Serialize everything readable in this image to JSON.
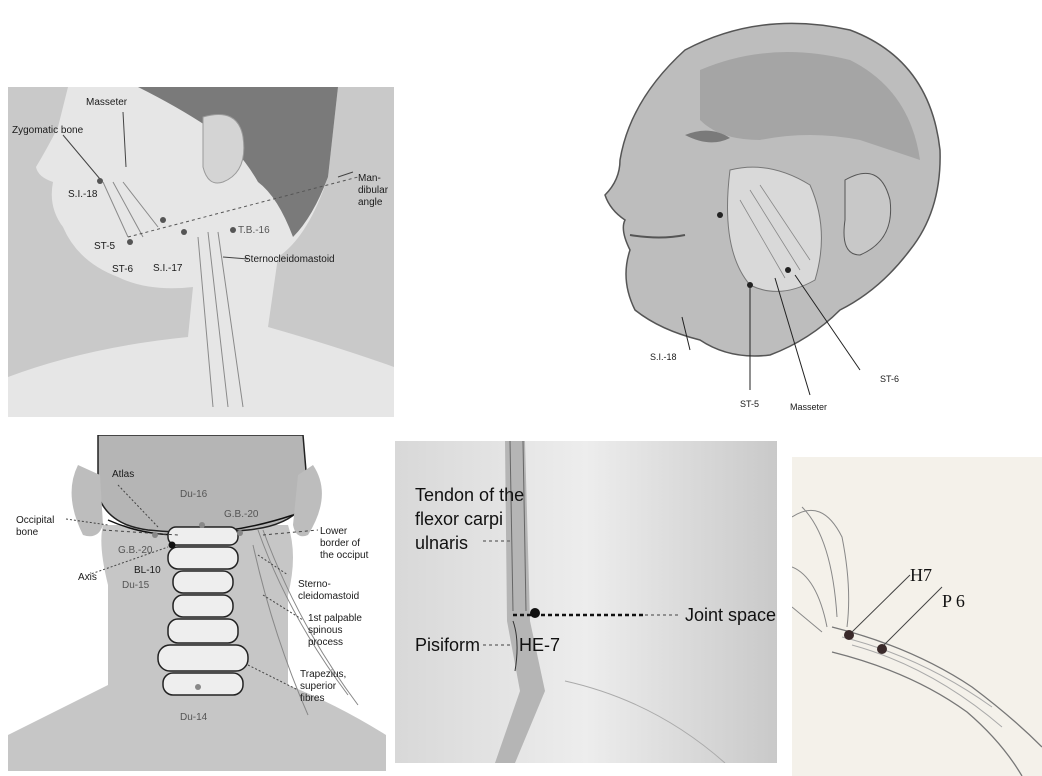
{
  "panel_face_side": {
    "labels": {
      "masseter": "Masseter",
      "zygomatic_bone": "Zygomatic bone",
      "si18": "S.I.-18",
      "st5": "ST-5",
      "st6": "ST-6",
      "si17": "S.I.-17",
      "tb16": "T.B.-16",
      "mandibular_angle_1": "Man-",
      "mandibular_angle_2": "dibular",
      "mandibular_angle_3": "angle",
      "sternocleidomastoid": "Sternocleidomastoid"
    }
  },
  "panel_head_anatomy": {
    "labels": {
      "si18": "S.I.-18",
      "st5": "ST-5",
      "masseter": "Masseter",
      "st6": "ST-6"
    }
  },
  "panel_neck_back": {
    "labels": {
      "atlas": "Atlas",
      "du16": "Du-16",
      "gb20_right": "G.B.-20",
      "occipital_1": "Occipital",
      "occipital_2": "bone",
      "gb20_left": "G.B.-20",
      "lower_border_1": "Lower",
      "lower_border_2": "border of",
      "lower_border_3": "the occiput",
      "axis": "Axis",
      "bl10": "BL-10",
      "du15": "Du-15",
      "sterno_1": "Sterno-",
      "sterno_2": "cleidomastoid",
      "palpable_1": "1st palpable",
      "palpable_2": "spinous",
      "palpable_3": "process",
      "trapezius_1": "Trapezius,",
      "trapezius_2": "superior",
      "trapezius_3": "fibres",
      "du14": "Du-14"
    }
  },
  "panel_wrist": {
    "labels": {
      "tendon_1": "Tendon of the",
      "tendon_2": "flexor carpi",
      "tendon_3": "ulnaris",
      "joint_space": "Joint space",
      "pisiform": "Pisiform",
      "he7": "HE-7"
    }
  },
  "panel_forearm_sketch": {
    "labels": {
      "h7": "H7",
      "p6": "P 6"
    }
  }
}
